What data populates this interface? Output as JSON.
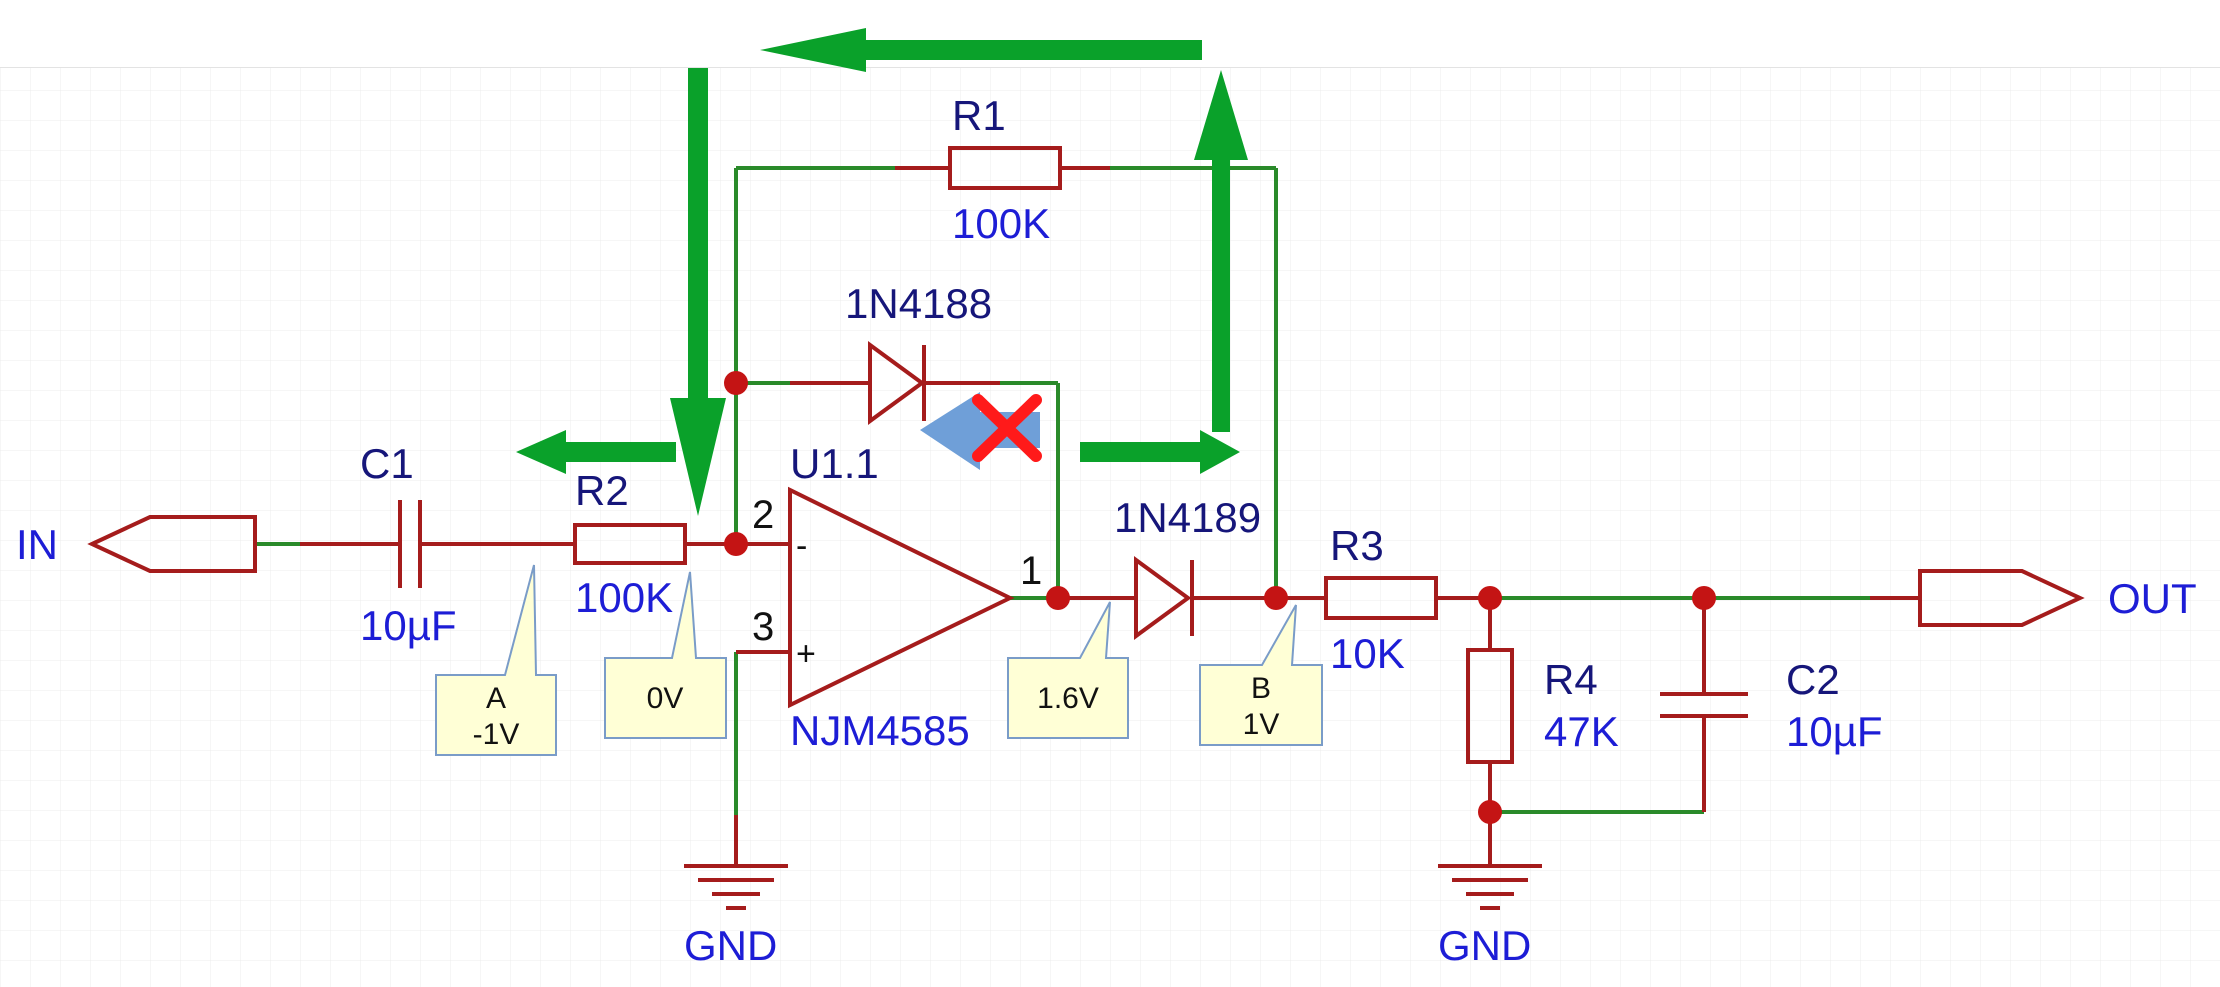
{
  "ports": {
    "input": "IN",
    "output": "OUT"
  },
  "components": {
    "c1": {
      "ref": "C1",
      "value": "10µF"
    },
    "r2": {
      "ref": "R2",
      "value": "100K"
    },
    "r1": {
      "ref": "R1",
      "value": "100K"
    },
    "d1": {
      "ref": "1N4188"
    },
    "d2": {
      "ref": "1N4189"
    },
    "u1": {
      "ref": "U1.1",
      "value": "NJM4585",
      "pin_inv": "2",
      "pin_noninv": "3",
      "pin_out": "1",
      "minus": "-",
      "plus": "+"
    },
    "r3": {
      "ref": "R3",
      "value": "10K"
    },
    "r4": {
      "ref": "R4",
      "value": "47K"
    },
    "c2": {
      "ref": "C2",
      "value": "10µF"
    }
  },
  "ground_labels": {
    "left": "GND",
    "right": "GND"
  },
  "callouts": {
    "a": {
      "line1": "A",
      "line2": "-1V"
    },
    "inv": {
      "line1": "0V"
    },
    "out": {
      "line1": "1.6V"
    },
    "b": {
      "line1": "B",
      "line2": "1V"
    }
  },
  "colors": {
    "wire": "#2a8a2a",
    "component": "#a51c1c",
    "junction": "#c41414",
    "value_text": "#1d1dd6",
    "flow_arrow": "#0aa12a",
    "blocked_arrow": "#6f9fd8",
    "blocked_mark": "#ff1a1a",
    "callout_fill": "#ffffd6"
  }
}
